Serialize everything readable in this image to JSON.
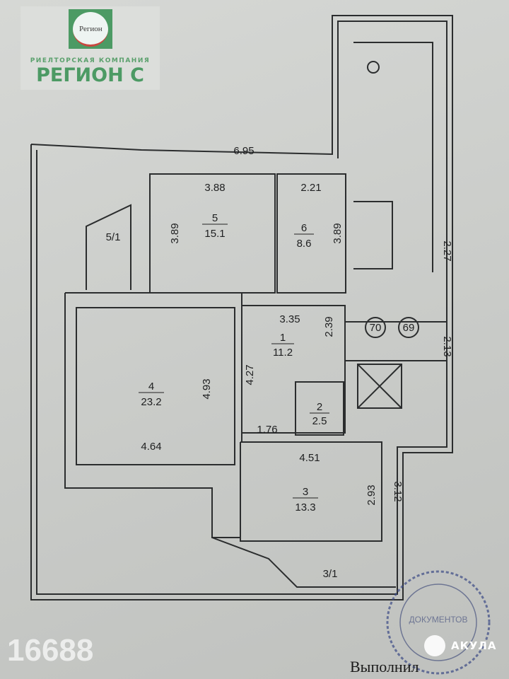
{
  "logo": {
    "emblem_text": "Регион",
    "subtitle": "РИЕЛТОРСКАЯ КОМПАНИЯ",
    "name": "РЕГИОН С"
  },
  "rooms": [
    {
      "number": "1",
      "area": "11.2"
    },
    {
      "number": "2",
      "area": "2.5"
    },
    {
      "number": "3",
      "area": "13.3"
    },
    {
      "number": "4",
      "area": "23.2"
    },
    {
      "number": "5",
      "area": "15.1"
    },
    {
      "number": "6",
      "area": "8.6"
    }
  ],
  "aux_labels": {
    "balcony_5": "5/1",
    "balcony_3": "3/1",
    "apt_70": "70",
    "apt_69": "69"
  },
  "dimensions": {
    "top": "6.95",
    "r5_w": "3.88",
    "r5_h": "3.89",
    "r6_w": "2.21",
    "r6_h": "3.89",
    "r1_w": "3.35",
    "r1_h": "2.39",
    "r1_side": "4.27",
    "r2_w": "1.76",
    "r4_h": "4.93",
    "r4_w": "4.64",
    "r3_w": "4.51",
    "r3_h": "2.93",
    "right_1": "2.27",
    "right_2": "2.13",
    "right_3": "3.12"
  },
  "watermark": {
    "listing_id": "16688",
    "brand": "АКУЛА"
  },
  "stamp": {
    "text": "ДОКУМЕНТОВ"
  },
  "signature_label": "Выполнил"
}
